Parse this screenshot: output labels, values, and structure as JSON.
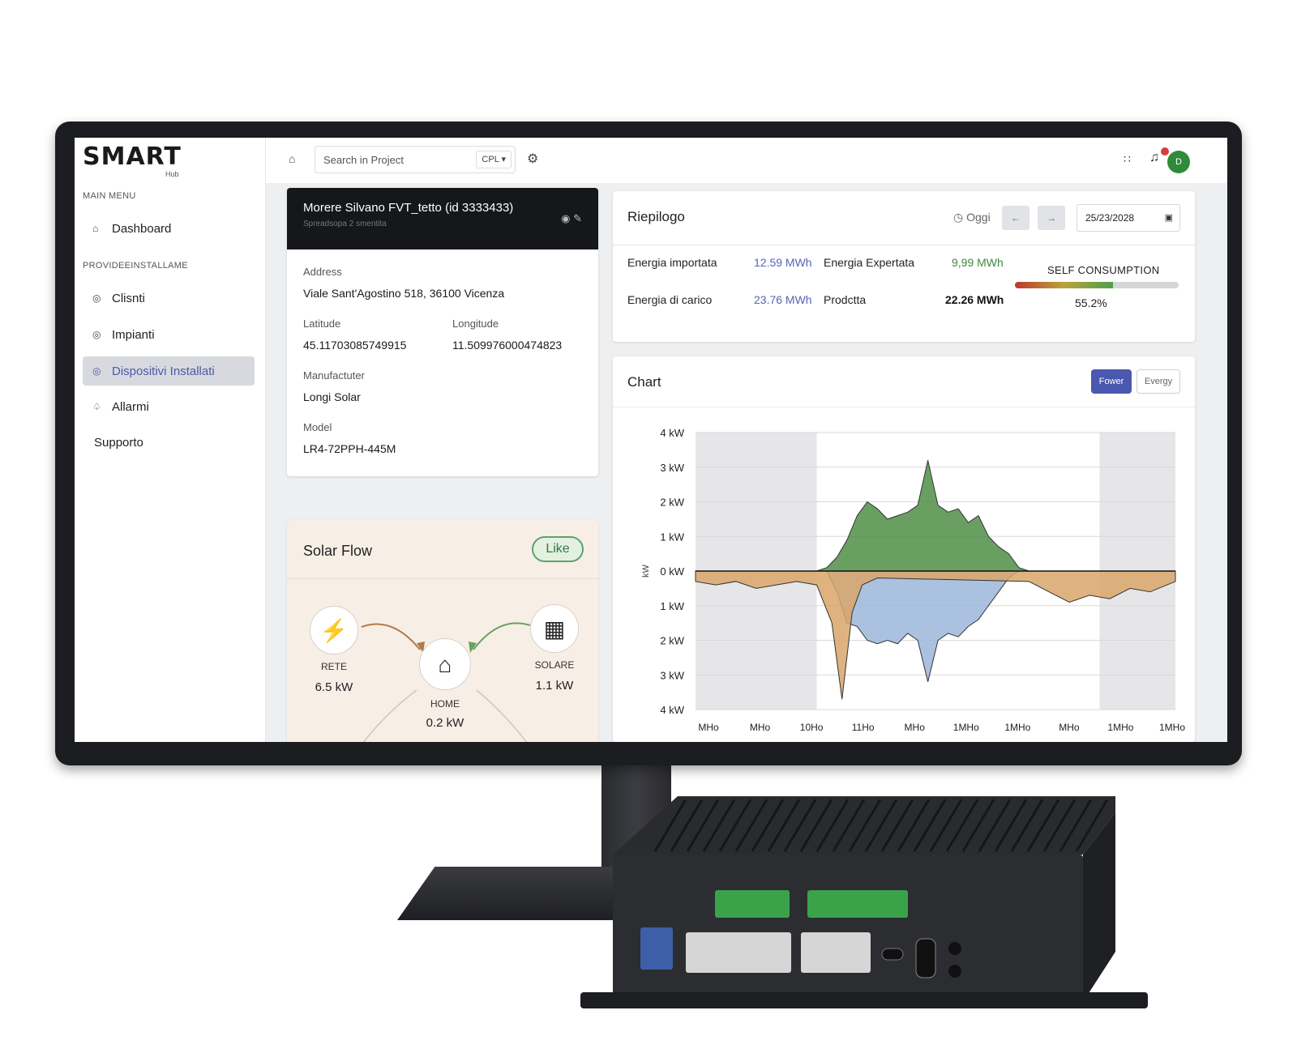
{
  "brand": {
    "name": "SMART",
    "sub": "Hub"
  },
  "sidebar": {
    "main_heading": "MAIN MENU",
    "provider_heading": "PROVIDEEINSTALLAME",
    "items": [
      {
        "label": "Dashboard",
        "icon": "home-icon"
      },
      {
        "label": "Clisnti",
        "icon": "circle-icon"
      },
      {
        "label": "Impianti",
        "icon": "circle-icon"
      },
      {
        "label": "Dispositivi Installati",
        "icon": "circle-icon",
        "active": true
      },
      {
        "label": "Allarmi",
        "icon": "bell-icon"
      },
      {
        "label": "Supporto"
      }
    ]
  },
  "topbar": {
    "search_placeholder": "Search in Project",
    "search_scope": "CPL"
  },
  "user": {
    "initial": "D"
  },
  "device": {
    "title": "Morere Silvano FVT_tetto (id 3333433)",
    "subtitle": "Spreadsopa 2 smentita",
    "address_label": "Address",
    "address": "Viale Sant'Agostino 518, 36100 Vicenza",
    "latitude_label": "Latitude",
    "latitude": "45.11703085749915",
    "longitude_label": "Longitude",
    "longitude": "11.509976000474823",
    "manufacturer_label": "Manufactuter",
    "manufacturer": "Longi Solar",
    "model_label": "Model",
    "model": "LR4-72PPH-445M"
  },
  "solar_flow": {
    "title": "Solar Flow",
    "live_label": "Like",
    "nodes": [
      {
        "label": "RETE",
        "value": "6.5 kW",
        "icon": "grid-tower-icon"
      },
      {
        "label": "HOME",
        "value": "0.2 kW",
        "icon": "house-icon"
      },
      {
        "label": "SOLARE",
        "value": "1.1 kW",
        "icon": "solar-panel-icon"
      }
    ]
  },
  "summary": {
    "title": "Riepilogo",
    "today": "Oggi",
    "date": "25/23/2028",
    "rows": [
      {
        "label": "Energia importata",
        "value": "12.59 MWh",
        "color": "#5565b8"
      },
      {
        "label": "Energia Expertata",
        "value": "9,99 MWh",
        "color": "#3d8a3d"
      },
      {
        "label": "Energia di carico",
        "value": "23.76 MWh",
        "color": "#5565b8"
      },
      {
        "label": "Prodctta",
        "value": "22.26 MWh",
        "color": "#111111"
      }
    ],
    "self_consumption_label": "SELF CONSUMPTION",
    "self_consumption_value": "55.2%",
    "self_consumption_fraction": 0.6
  },
  "chart_panel": {
    "title": "Chart",
    "power_label": "Fower",
    "energy_label": "Evergy"
  },
  "chart_data": {
    "type": "area",
    "ylabel": "kW",
    "y_ticks": [
      "4 kW",
      "3 kW",
      "2 kW",
      "1 kW",
      "0 kW",
      "1 kW",
      "2 kW",
      "3 kW",
      "4 kW"
    ],
    "ylim": [
      -4,
      4
    ],
    "x_ticks": [
      "MHo",
      "MHo",
      "10Ho",
      "11Ho",
      "MHo",
      "1MHo",
      "1MHo",
      "MHo",
      "1MHo",
      "1MHo"
    ],
    "shaded_ranges": [
      [
        0,
        2.4
      ],
      [
        8,
        9.5
      ]
    ],
    "series": [
      {
        "color": "#4f8f46",
        "x": [
          2.4,
          2.6,
          2.8,
          3.0,
          3.2,
          3.4,
          3.6,
          3.8,
          4.0,
          4.2,
          4.4,
          4.6,
          4.8,
          5.0,
          5.2,
          5.4,
          5.6,
          5.8,
          6.0,
          6.2,
          6.4,
          6.6
        ],
        "y": [
          0,
          0.1,
          0.4,
          0.9,
          1.6,
          2.0,
          1.8,
          1.5,
          1.6,
          1.7,
          1.9,
          3.2,
          1.9,
          1.7,
          1.8,
          1.4,
          1.6,
          1.0,
          0.7,
          0.5,
          0.1,
          0
        ]
      },
      {
        "color": "#9cb6da",
        "x": [
          2.6,
          2.8,
          3.0,
          3.2,
          3.4,
          3.6,
          3.8,
          4.0,
          4.2,
          4.4,
          4.6,
          4.8,
          5.0,
          5.2,
          5.4,
          5.6,
          5.8,
          6.0,
          6.2,
          6.4
        ],
        "y": [
          0,
          -0.6,
          -1.5,
          -1.6,
          -2.0,
          -2.1,
          -2.0,
          -2.1,
          -1.8,
          -2.0,
          -3.2,
          -2.0,
          -1.8,
          -1.9,
          -1.6,
          -1.4,
          -1.0,
          -0.6,
          -0.2,
          0
        ]
      },
      {
        "color": "#d9a66a",
        "x": [
          0,
          0.4,
          0.8,
          1.2,
          1.6,
          2.0,
          2.4,
          2.7,
          2.9,
          3.1,
          3.3,
          3.6,
          6.6,
          7.0,
          7.4,
          7.8,
          8.2,
          8.6,
          9.0,
          9.5
        ],
        "y": [
          -0.3,
          -0.4,
          -0.3,
          -0.5,
          -0.4,
          -0.3,
          -0.4,
          -1.5,
          -3.7,
          -1.2,
          -0.4,
          -0.2,
          -0.3,
          -0.6,
          -0.9,
          -0.7,
          -0.8,
          -0.5,
          -0.6,
          -0.3
        ]
      }
    ]
  }
}
